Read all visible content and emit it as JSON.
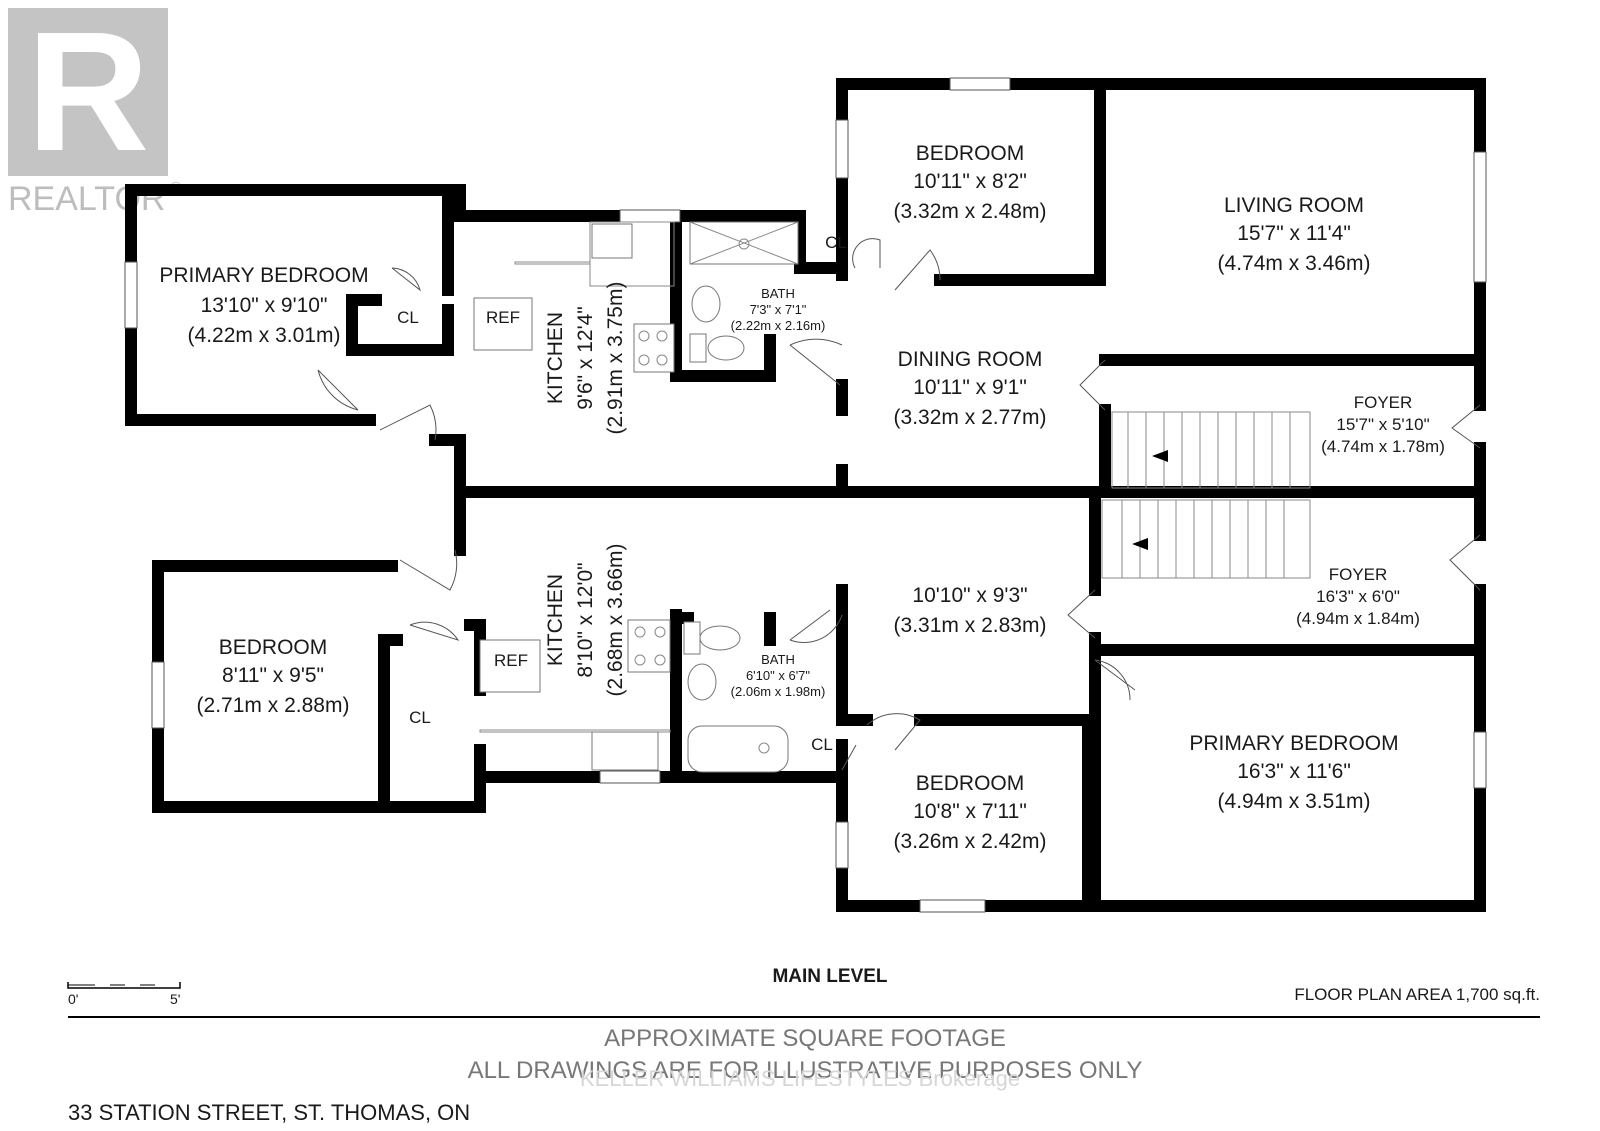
{
  "logo": {
    "wordmark": "REALTOR",
    "mark": "R",
    "registered": "®"
  },
  "rooms": {
    "upper_primary_bedroom": {
      "name": "PRIMARY BEDROOM",
      "imperial": "13'10\" x 9'10\"",
      "metric": "(4.22m x 3.01m)"
    },
    "upper_cl": "CL",
    "upper_ref": "REF",
    "upper_kitchen": {
      "name": "KITCHEN",
      "imperial": "9'6\" x 12'4\"",
      "metric": "(2.91m x 3.75m)"
    },
    "upper_bath": {
      "name": "BATH",
      "imperial": "7'3\" x 7'1\"",
      "metric": "(2.22m x 2.16m)"
    },
    "upper_bedroom": {
      "name": "BEDROOM",
      "imperial": "10'11\" x 8'2\"",
      "metric": "(3.32m x 2.48m)"
    },
    "upper_cl2": "CL",
    "living_room": {
      "name": "LIVING ROOM",
      "imperial": "15'7\" x 11'4\"",
      "metric": "(4.74m x 3.46m)"
    },
    "dining_room": {
      "name": "DINING ROOM",
      "imperial": "10'11\" x 9'1\"",
      "metric": "(3.32m x 2.77m)"
    },
    "upper_foyer": {
      "name": "FOYER",
      "imperial": "15'7\" x 5'10\"",
      "metric": "(4.74m x 1.78m)"
    },
    "lower_bedroom_left": {
      "name": "BEDROOM",
      "imperial": "8'11\" x 9'5\"",
      "metric": "(2.71m x 2.88m)"
    },
    "lower_cl": "CL",
    "lower_ref": "REF",
    "lower_kitchen": {
      "name": "KITCHEN",
      "imperial": "8'10\" x 12'0\"",
      "metric": "(2.68m x 3.66m)"
    },
    "lower_bath": {
      "name": "BATH",
      "imperial": "6'10\" x 6'7\"",
      "metric": "(2.06m x 1.98m)"
    },
    "lower_cl2": "CL",
    "lower_living": {
      "imperial": "10'10\" x 9'3\"",
      "metric": "(3.31m x 2.83m)"
    },
    "lower_foyer": {
      "name": "FOYER",
      "imperial": "16'3\" x 6'0\"",
      "metric": "(4.94m x 1.84m)"
    },
    "lower_bedroom": {
      "name": "BEDROOM",
      "imperial": "10'8\" x 7'11\"",
      "metric": "(3.26m x 2.42m)"
    },
    "lower_primary_bedroom": {
      "name": "PRIMARY BEDROOM",
      "imperial": "16'3\" x 11'6\"",
      "metric": "(4.94m x 3.51m)"
    }
  },
  "scale": {
    "start": "0'",
    "end": "5'"
  },
  "level_title": "MAIN LEVEL",
  "floor_area": "FLOOR PLAN AREA 1,700 sq.ft.",
  "disclaimer_line1": "APPROXIMATE SQUARE FOOTAGE",
  "disclaimer_line2": "ALL DRAWINGS ARE FOR ILLUSTRATIVE PURPOSES ONLY",
  "watermark": "KELLER WILLIAMS LIFESTYLES Brokerage",
  "address": "33 STATION STREET, ST. THOMAS, ON"
}
